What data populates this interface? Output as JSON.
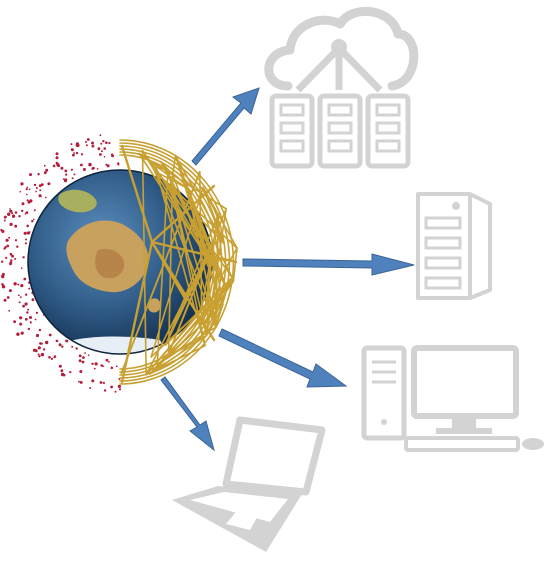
{
  "diagram": {
    "description_visible_text": "",
    "colors": {
      "arrow": "#4f81bd",
      "arrow_stroke": "#3a6496",
      "device_gray": "#d3d3d3",
      "ocean": "#2f5a86",
      "land": "#c9a15e",
      "wire": "#c8a032",
      "sat_dots": "#b21e3c"
    },
    "nodes": [
      {
        "id": "globe",
        "icon": "satellite-globe-icon"
      },
      {
        "id": "cloud",
        "icon": "cloud-data-center-icon"
      },
      {
        "id": "server",
        "icon": "server-tower-icon"
      },
      {
        "id": "desktop",
        "icon": "desktop-computer-icon"
      },
      {
        "id": "laptop",
        "icon": "laptop-icon"
      }
    ],
    "edges": [
      {
        "from": "globe",
        "to": "cloud"
      },
      {
        "from": "globe",
        "to": "server"
      },
      {
        "from": "globe",
        "to": "desktop"
      },
      {
        "from": "globe",
        "to": "laptop"
      }
    ]
  }
}
